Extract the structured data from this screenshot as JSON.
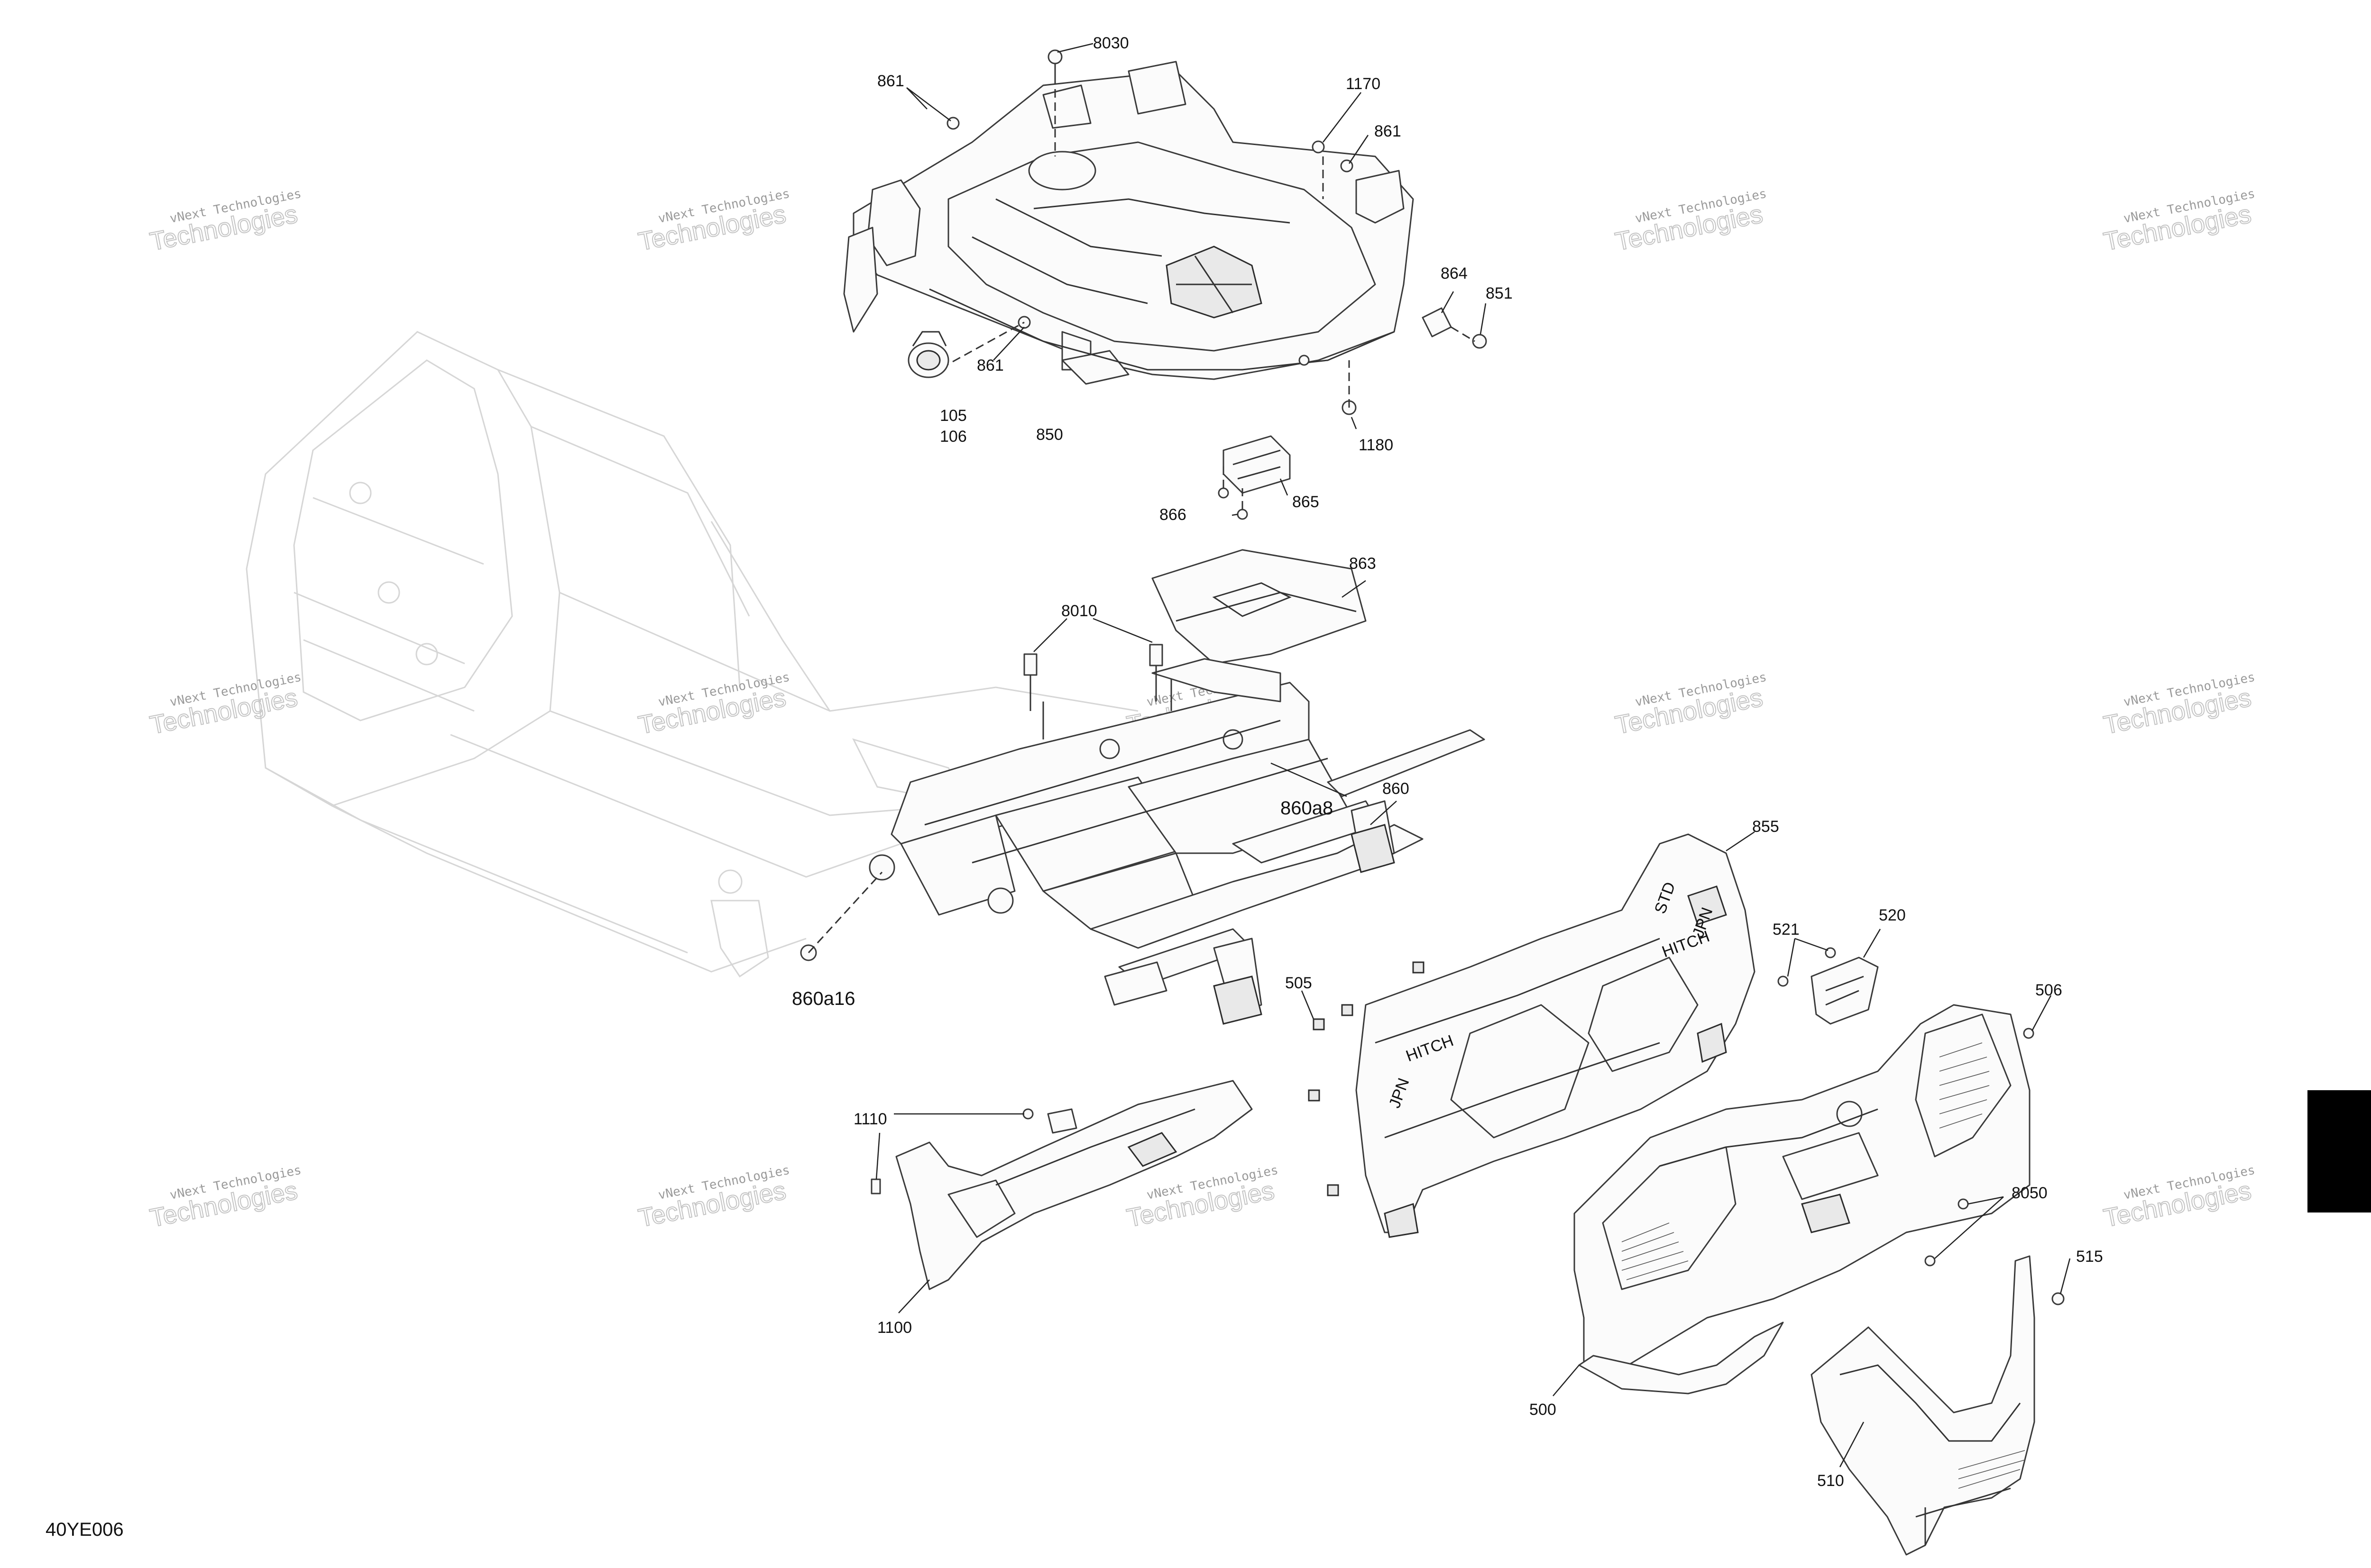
{
  "diagram": {
    "code": "40YE006",
    "watermark": {
      "line1": "vNext Technologies",
      "line2": "Technologies"
    },
    "callouts": [
      {
        "id": "c8030",
        "text": "8030"
      },
      {
        "id": "c861a",
        "text": "861"
      },
      {
        "id": "c1170",
        "text": "1170"
      },
      {
        "id": "c861b",
        "text": "861"
      },
      {
        "id": "c864",
        "text": "864"
      },
      {
        "id": "c851",
        "text": "851"
      },
      {
        "id": "c861c",
        "text": "861"
      },
      {
        "id": "c105",
        "text": "105"
      },
      {
        "id": "c106",
        "text": "106"
      },
      {
        "id": "c850",
        "text": "850"
      },
      {
        "id": "c1180",
        "text": "1180"
      },
      {
        "id": "c866",
        "text": "866"
      },
      {
        "id": "c865",
        "text": "865"
      },
      {
        "id": "c863",
        "text": "863"
      },
      {
        "id": "c8010",
        "text": "8010"
      },
      {
        "id": "c860a8",
        "text": "860a8"
      },
      {
        "id": "c860",
        "text": "860"
      },
      {
        "id": "c860a16",
        "text": "860a16"
      },
      {
        "id": "c855",
        "text": "855"
      },
      {
        "id": "c521",
        "text": "521"
      },
      {
        "id": "c520",
        "text": "520"
      },
      {
        "id": "c505",
        "text": "505"
      },
      {
        "id": "c506",
        "text": "506"
      },
      {
        "id": "c1110",
        "text": "1110"
      },
      {
        "id": "c1100",
        "text": "1100"
      },
      {
        "id": "c8050",
        "text": "8050"
      },
      {
        "id": "c515",
        "text": "515"
      },
      {
        "id": "c500",
        "text": "500"
      },
      {
        "id": "c510",
        "text": "510"
      }
    ],
    "stamps": {
      "hitch": "HITCH",
      "std": "STD",
      "jpn": "JPN"
    }
  }
}
